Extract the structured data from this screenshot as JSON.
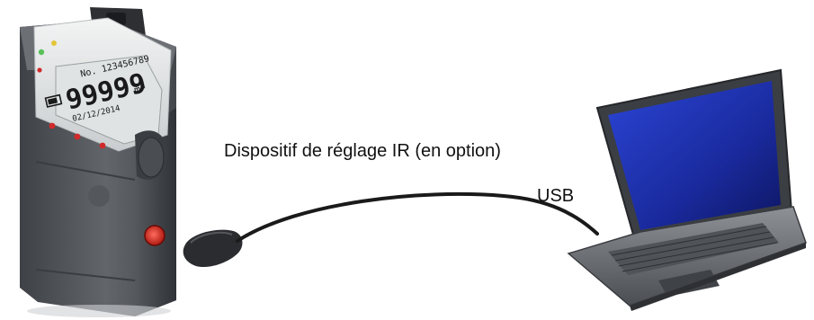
{
  "labels": {
    "ir_device": "Dispositif de réglage IR (en option)",
    "usb": "USB"
  },
  "meter_display": {
    "main_value": "99999",
    "unit": "m³",
    "serial": "No. 123456789",
    "date": "02/12/2014"
  },
  "colors": {
    "meter_body": "#5a5d62",
    "screen": "#dfe3e4",
    "laptop_screen": "#1f2fa8",
    "led_red": "#d12a2a",
    "led_green": "#5ac15a",
    "cable": "#1a1a1a"
  },
  "icons": [
    "meter-device",
    "ir-adapter",
    "laptop"
  ]
}
